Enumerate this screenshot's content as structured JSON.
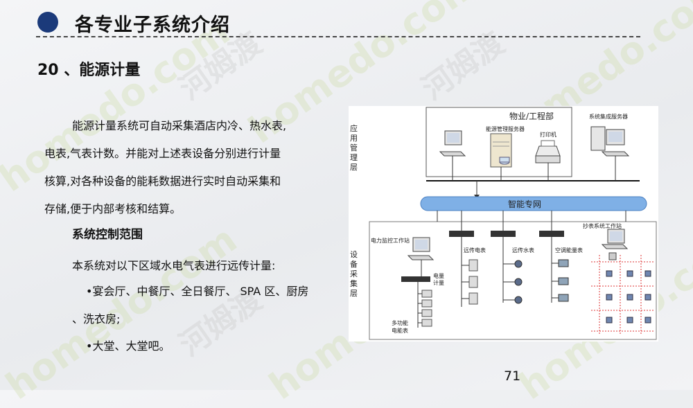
{
  "header": {
    "title": "各专业子系统介绍"
  },
  "section": {
    "title": "20 、能源计量"
  },
  "body": {
    "paragraph_lines": [
      "能源计量系统可自动采集酒店内冷、热水表,",
      "电表,气表计数。并能对上述表设备分别进行计量",
      "核算,对各种设备的能耗数据进行实时自动采集和",
      "存储,便于内部考核和结算。"
    ],
    "subhead": "系统控制范围",
    "intro_line": "本系统对以下区域水电气表进行远传计量:",
    "bullet1_line1": "•宴会厅、中餐厅、全日餐厅、 SPA 区、厨房",
    "bullet1_line2": "、洗衣房;",
    "bullet2": "•大堂、大堂吧。"
  },
  "diagram": {
    "layer_top": [
      "应",
      "用",
      "管",
      "理",
      "层"
    ],
    "layer_bottom": [
      "设",
      "备",
      "采",
      "集",
      "层"
    ],
    "top_box_title": "物业/工程部",
    "energy_server": "能源管理服务器",
    "printer": "打印机",
    "integration_server": "系统集成服务器",
    "network": "智能专网",
    "power_workstation": "电力监控工作站",
    "remote_electric": "远传电表",
    "remote_water": "远传水表",
    "hvac_meter": "空调能量表",
    "meter_reading_workstation": "抄表系统工作站",
    "electric_meter_label": [
      "电量",
      "计量"
    ],
    "multifunction_meter": [
      "多功能",
      "电能表"
    ]
  },
  "watermark": {
    "latin": "homedo.com",
    "chinese": "河姆渡"
  },
  "page": {
    "number": "71"
  },
  "colors": {
    "accent": "#1b3a7a",
    "network_bar": "#7fb0e6"
  }
}
